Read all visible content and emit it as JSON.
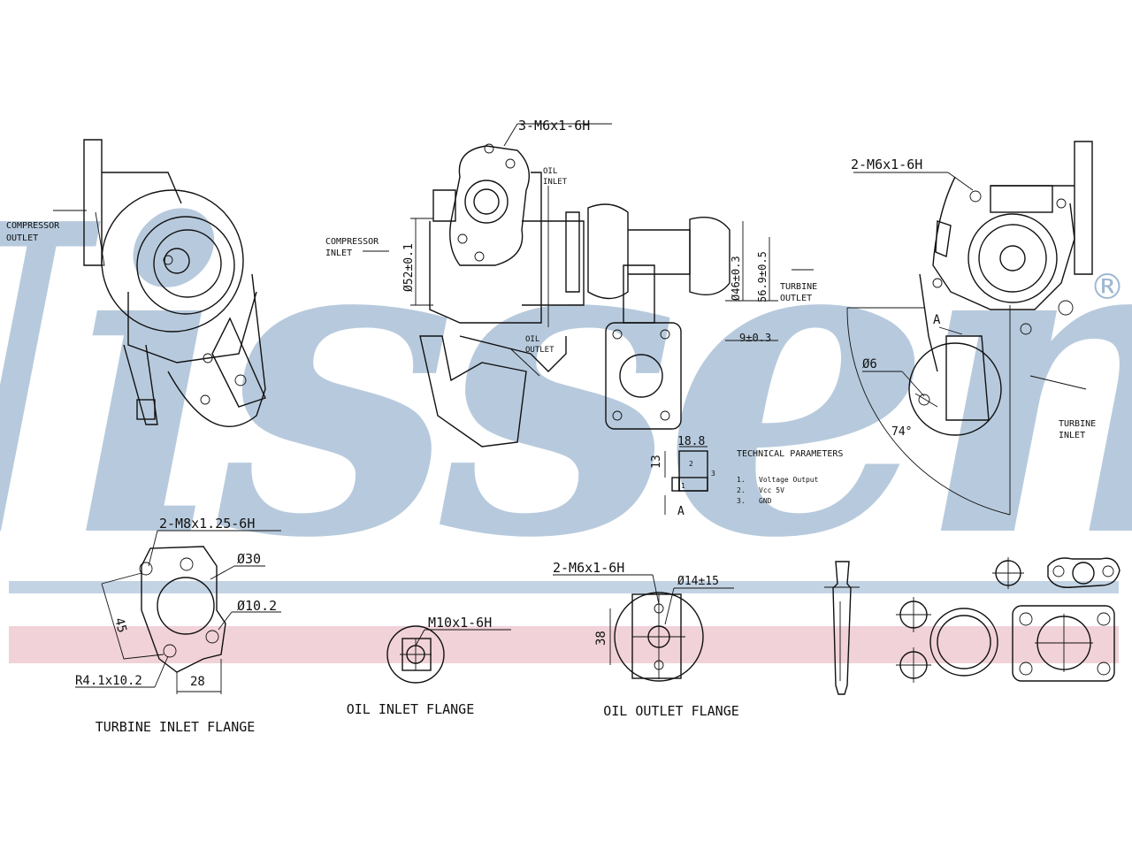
{
  "brand": {
    "watermark_text": "Nissens",
    "registered_mark": "®",
    "watermark_color": "#9fb8d2",
    "band_blue_color": "#c2d3e4",
    "band_pink_color": "#f1d2d8"
  },
  "views": {
    "compressor_view": {
      "label_line1": "COMPRESSOR",
      "label_line2": "OUTLET"
    },
    "side_view": {
      "thread_top": "3-M6x1-6H",
      "compressor_inlet_line1": "COMPRESSOR",
      "compressor_inlet_line2": "INLET",
      "dim_52": "Ø52±0.1",
      "oil_inlet_line1": "OIL",
      "oil_inlet_line2": "INLET",
      "oil_outlet_line1": "OIL",
      "oil_outlet_line2": "OUTLET",
      "dim_46": "Ø46±0.3",
      "dim_56": "56.9±0.5",
      "turbine_outlet_line1": "TURBINE",
      "turbine_outlet_line2": "OUTLET",
      "dim_9": "9±0.3"
    },
    "turbine_view": {
      "thread": "2-M6x1-6H",
      "point_a": "A",
      "dim_6": "Ø6",
      "angle": "74°",
      "turbine_inlet_line1": "TURBINE",
      "turbine_inlet_line2": "INLET"
    }
  },
  "connector": {
    "dim_width": "18.8",
    "dim_height": "13",
    "pin_label": "A",
    "pins": [
      "1",
      "2",
      "3"
    ]
  },
  "technical_parameters": {
    "title": "TECHNICAL PARAMETERS",
    "items": [
      {
        "num": "1.",
        "text": "Voltage Output"
      },
      {
        "num": "2.",
        "text": "Vcc 5V"
      },
      {
        "num": "3.",
        "text": "GND"
      }
    ]
  },
  "flanges": {
    "turbine_inlet": {
      "title": "TURBINE INLET FLANGE",
      "thread": "2-M8x1.25-6H",
      "dim_30": "Ø30",
      "dim_10": "Ø10.2",
      "dim_45": "45",
      "dim_r": "R4.1x10.2",
      "dim_28": "28"
    },
    "oil_inlet": {
      "title": "OIL INLET FLANGE",
      "thread": "M10x1-6H"
    },
    "oil_outlet": {
      "title": "OIL OUTLET FLANGE",
      "thread": "2-M6x1-6H",
      "dim_14": "Ø14±15",
      "dim_38": "38"
    }
  }
}
